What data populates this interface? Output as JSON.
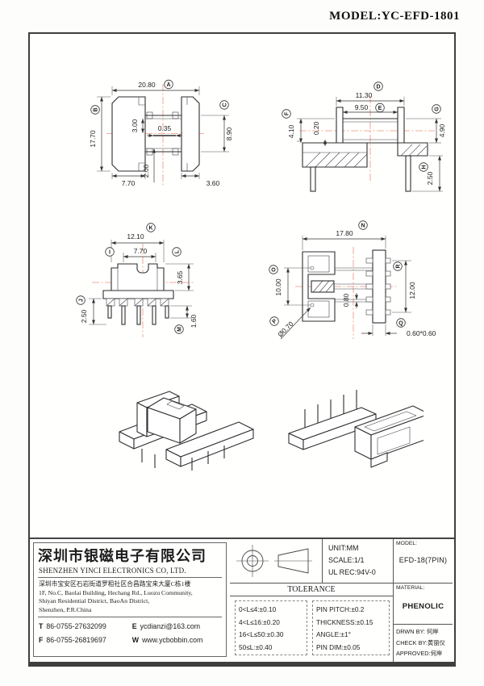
{
  "page": {
    "model_title": "MODEL:YC-EFD-1801"
  },
  "views": {
    "top_view": {
      "overall_width": "20.80",
      "overall_width_ref": "A",
      "overall_height": "17.70",
      "overall_height_ref": "B",
      "window_height": "8.90",
      "window_height_ref": "C",
      "rib": "3.00",
      "slot": "0.35",
      "step": "2.00",
      "flange_left": "7.70",
      "flange_right": "3.60"
    },
    "side_view": {
      "width": "11.30",
      "width_ref": "D",
      "inner_width": "9.50",
      "inner_width_ref": "E",
      "height": "4.10",
      "height_ref": "F",
      "lip": "0.20",
      "body_height": "4.90",
      "body_height_ref": "G",
      "pin_length": "2.50",
      "pin_length_ref": "H"
    },
    "front_view": {
      "width": "12.10",
      "width_ref": "K",
      "tube_width": "7.70",
      "tube_width_ref": "I",
      "height": "3.65",
      "height_ref": "L",
      "pin_length": "2.50",
      "pin_length_ref": "J",
      "pin_tip": "1.60",
      "pin_tip_ref": "M"
    },
    "end_view": {
      "length": "17.80",
      "length_ref": "N",
      "hole_pitch": "10.00",
      "hole_pitch_ref": "O",
      "pin_row": "12.00",
      "pin_row_ref": "R",
      "slot": "0.80",
      "pin_dia": "Ø0.70",
      "pin_dia_ref": "P",
      "pin_section": "0.60*0.60",
      "pin_section_ref": "Q"
    }
  },
  "title_block": {
    "company_cn": "深圳市银磁电子有限公司",
    "company_en": "SHENZHEN YINCI ELECTRONICS CO, LTD.",
    "address_cn": "深圳市宝安区石岩街道罗租社区合昌路宝来大厦C栋1楼",
    "address_en1": "1F, No.C, Baolai Building, Hechang Rd., Luozu Community,",
    "address_en2": "Shiyan Residential District, BaoAn District,",
    "address_en3": "Shenzhen, P.R.China",
    "tel_label": "T",
    "tel": "86-0755-27632099",
    "fax_label": "F",
    "fax": "86-0755-26819697",
    "email_label": "E",
    "email": "ycdianzi@163.com",
    "web_label": "W",
    "web": "www.ycbobbin.com",
    "unit": "UNIT:MM",
    "scale": "SCALE:1/1",
    "ul_rec": "UL REC:94V-0",
    "model_label": "MODEL:",
    "model_value": "EFD-18(7PIN)",
    "tolerance_title": "TOLERANCE",
    "tol_rows_left": [
      "0<L≤4:±0.10",
      "4<L≤16:±0.20",
      "16<L≤50:±0.30",
      "50≤L:±0.40"
    ],
    "tol_rows_right": [
      "PIN PITCH:±0.2",
      "THICKNESS:±0.15",
      "ANGLE:±1°",
      "PIN DIM:±0.05"
    ],
    "material_label": "MATERIAL:",
    "material_value": "PHENOLIC",
    "drwn_label": "DRWN BY:",
    "drwn_value": "何岸",
    "check_label": "CHECK BY:",
    "check_value": "黄丽仪",
    "approved_label": "APPROVED:",
    "approved_value": "何岸"
  },
  "colors": {
    "centerline": "#ef9180",
    "line": "#2e2e2e"
  }
}
